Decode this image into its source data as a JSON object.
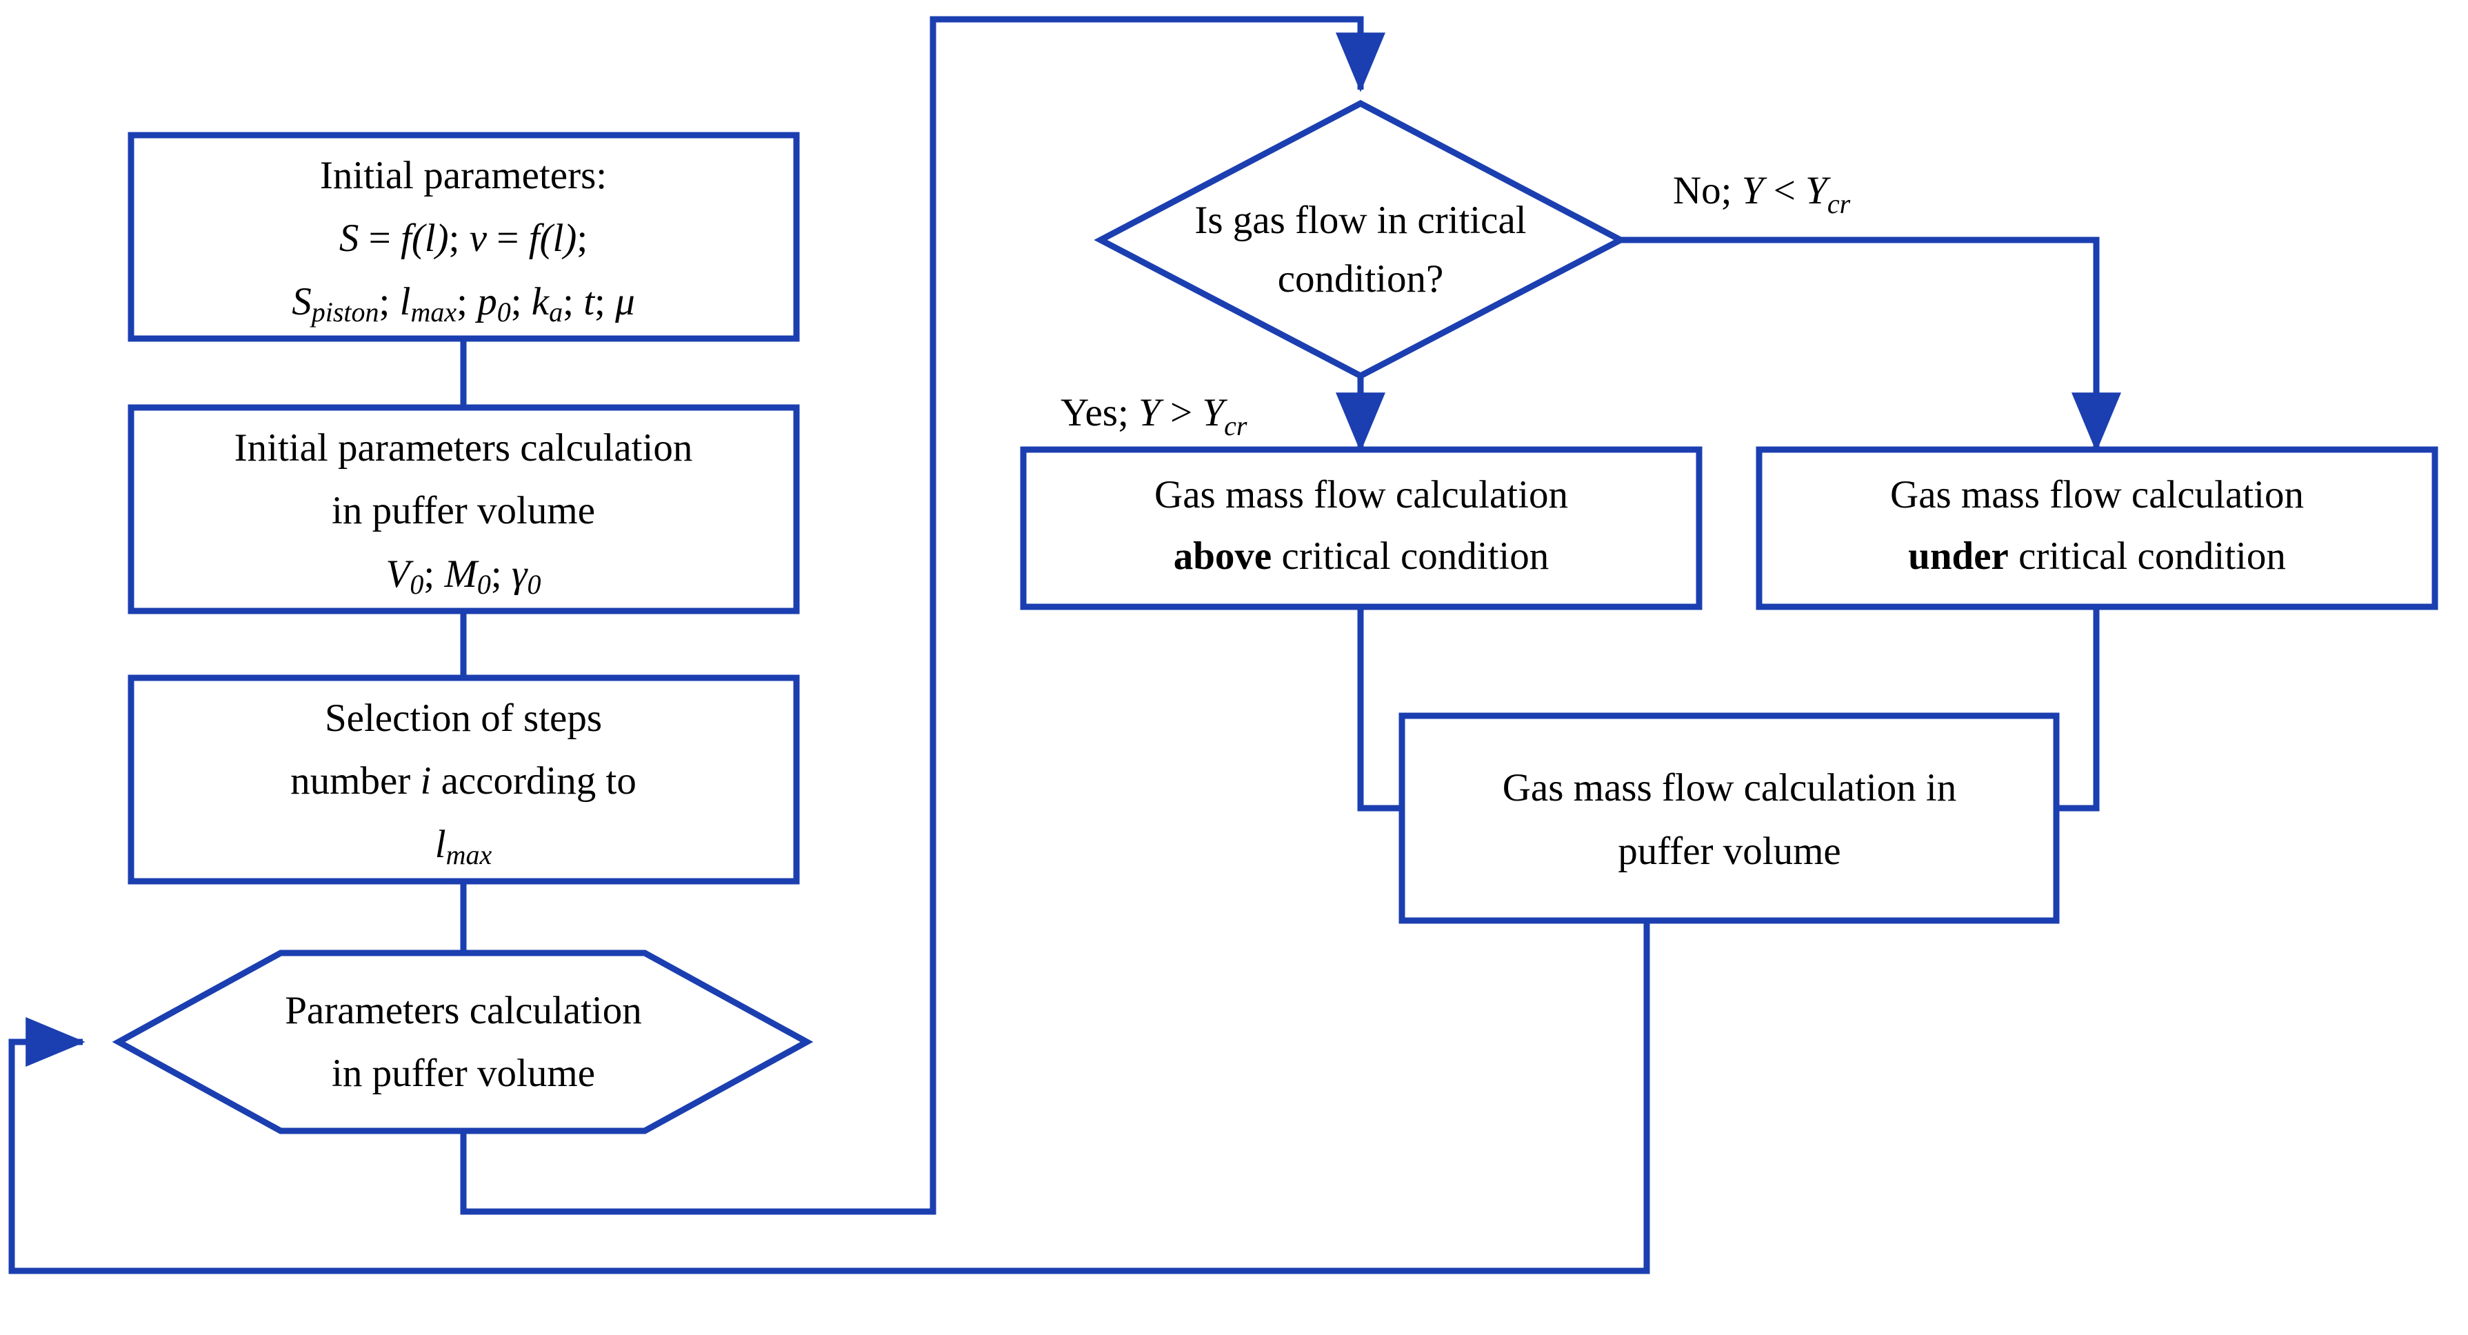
{
  "diagram": {
    "title": "Puffer volume gas flow calculation algorithm flowchart",
    "accent_color": "#1B3FB0",
    "background_color": "#FFFFFF",
    "text_color": "#000000"
  },
  "nodes": {
    "initial_parameters": {
      "shape": "process",
      "line1": "Initial parameters:",
      "line2_a": "S",
      "line2_b": " = ",
      "line2_c": "f(l)",
      "line2_d": "; ",
      "line2_e": "v",
      "line2_f": " = ",
      "line2_g": "f(l)",
      "line2_h": ";",
      "line3_a": "S",
      "line3_a_sub": "piston",
      "line3_b": "; ",
      "line3_c": "l",
      "line3_c_sub": "max",
      "line3_d": "; ",
      "line3_e": "p",
      "line3_e_sub": "0",
      "line3_f": "; ",
      "line3_g": "k",
      "line3_g_sub": "a",
      "line3_h": "; ",
      "line3_i": "t",
      "line3_j": "; ",
      "line3_k": "μ"
    },
    "initial_calc": {
      "shape": "process",
      "line1": "Initial parameters calculation",
      "line2": "in puffer volume",
      "line3_a": "V",
      "line3_a_sub": "0",
      "line3_b": "; ",
      "line3_c": "M",
      "line3_c_sub": "0",
      "line3_d": "; ",
      "line3_e": "γ",
      "line3_e_sub": "0"
    },
    "steps_selection": {
      "shape": "process",
      "line1": "Selection of steps",
      "line2_a": "number ",
      "line2_b": "i",
      "line2_c": " according to",
      "line3_a": "l",
      "line3_a_sub": "max"
    },
    "params_calc_hex": {
      "shape": "hexagon",
      "line1": "Parameters calculation",
      "line2": "in puffer volume"
    },
    "decision": {
      "shape": "diamond",
      "line1": "Is gas flow in critical",
      "line2": "condition?"
    },
    "above_critical": {
      "shape": "process",
      "line1": "Gas mass flow calculation",
      "line2_bold": "above",
      "line2_rest": " critical condition"
    },
    "under_critical": {
      "shape": "process",
      "line1": "Gas mass flow calculation",
      "line2_bold": "under",
      "line2_rest": " critical condition"
    },
    "gas_mass_puffer": {
      "shape": "process",
      "line1": "Gas mass flow calculation in",
      "line2": "puffer volume"
    }
  },
  "edge_labels": {
    "yes_branch": {
      "prefix": "Yes; ",
      "var_left": "Y",
      "operator": " > ",
      "var_right": "Y",
      "var_right_sub": "cr"
    },
    "no_branch": {
      "prefix": "No; ",
      "var_left": "Y",
      "operator": " < ",
      "var_right": "Y",
      "var_right_sub": "cr"
    }
  },
  "connectors": [
    {
      "name": "initial-to-calc",
      "type": "line"
    },
    {
      "name": "calc-to-steps",
      "type": "line"
    },
    {
      "name": "steps-to-hexagon",
      "type": "line"
    },
    {
      "name": "hexagon-to-decision-loop",
      "type": "line-with-arrow"
    },
    {
      "name": "decision-yes-to-above",
      "type": "line-with-arrow"
    },
    {
      "name": "decision-no-to-under",
      "type": "line-with-arrow"
    },
    {
      "name": "above-to-puffer",
      "type": "line"
    },
    {
      "name": "under-to-puffer",
      "type": "line"
    },
    {
      "name": "puffer-feedback-to-hexagon",
      "type": "line-with-arrow"
    }
  ]
}
